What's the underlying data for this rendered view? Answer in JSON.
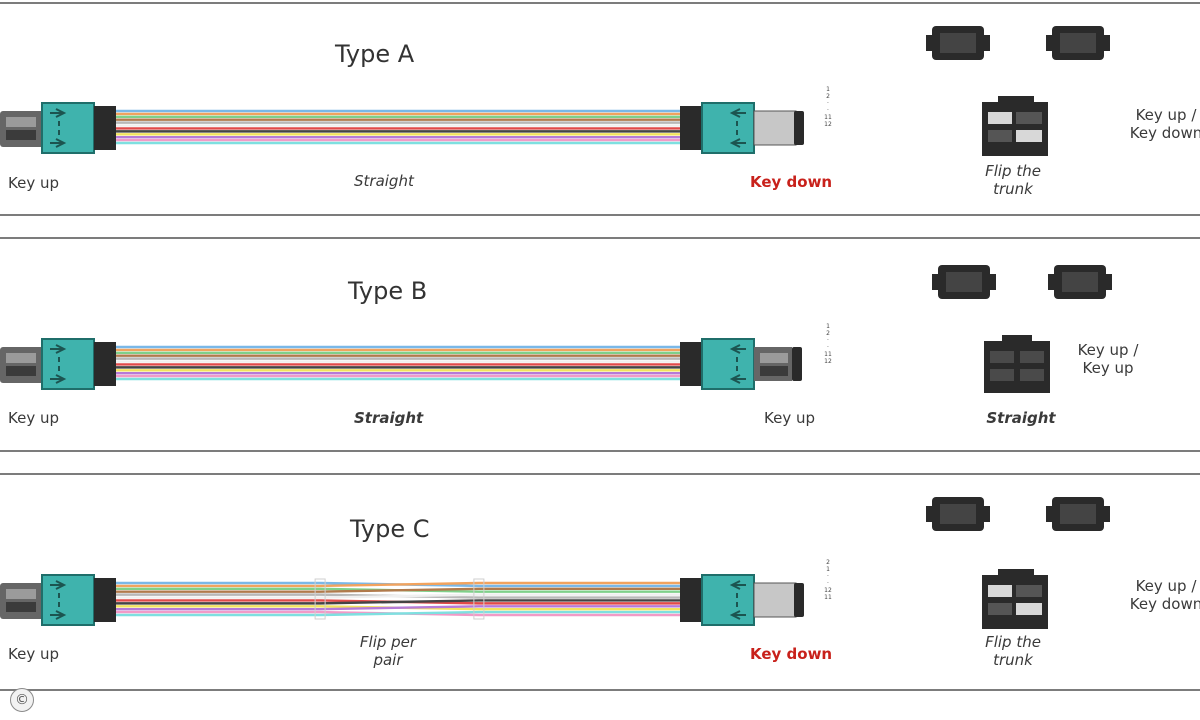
{
  "panels": {
    "a": {
      "title": "Type A",
      "left_label": "Key up",
      "center_label": "Straight",
      "right_label": "Key down",
      "fiber_numbers": [
        "1",
        "2",
        "·",
        "·",
        "11",
        "12"
      ],
      "side_caption_line1": "Flip the",
      "side_caption_line2": "trunk",
      "side_key_line1": "Key up /",
      "side_key_line2": "Key down"
    },
    "b": {
      "title": "Type B",
      "left_label": "Key up",
      "center_label": "Straight",
      "right_label": "Key up",
      "fiber_numbers": [
        "1",
        "2",
        "·",
        "·",
        "11",
        "12"
      ],
      "side_caption": "Straight",
      "side_key_line1": "Key up /",
      "side_key_line2": "Key up"
    },
    "c": {
      "title": "Type C",
      "left_label": "Key up",
      "center_label_line1": "Flip per",
      "center_label_line2": "pair",
      "right_label": "Key down",
      "fiber_numbers": [
        "2",
        "1",
        "·",
        "·",
        "12",
        "11"
      ],
      "side_caption_line1": "Flip the",
      "side_caption_line2": "trunk",
      "side_key_line1": "Key up /",
      "side_key_line2": "Key down"
    }
  },
  "copyright_symbol": "©",
  "colors": {
    "connector_teal": "#3fb3ad",
    "connector_dark": "#2a2a2a",
    "label_red": "#c8211b",
    "panel_border": "#7c7c7c",
    "fibers": [
      "#7ab8e8",
      "#f2a35e",
      "#7fd08a",
      "#b07a4c",
      "#b8b8b8",
      "#f0f0f0",
      "#e04a4a",
      "#444444",
      "#f2e35e",
      "#b57ad8",
      "#f29ac7",
      "#7ee0e0"
    ]
  }
}
